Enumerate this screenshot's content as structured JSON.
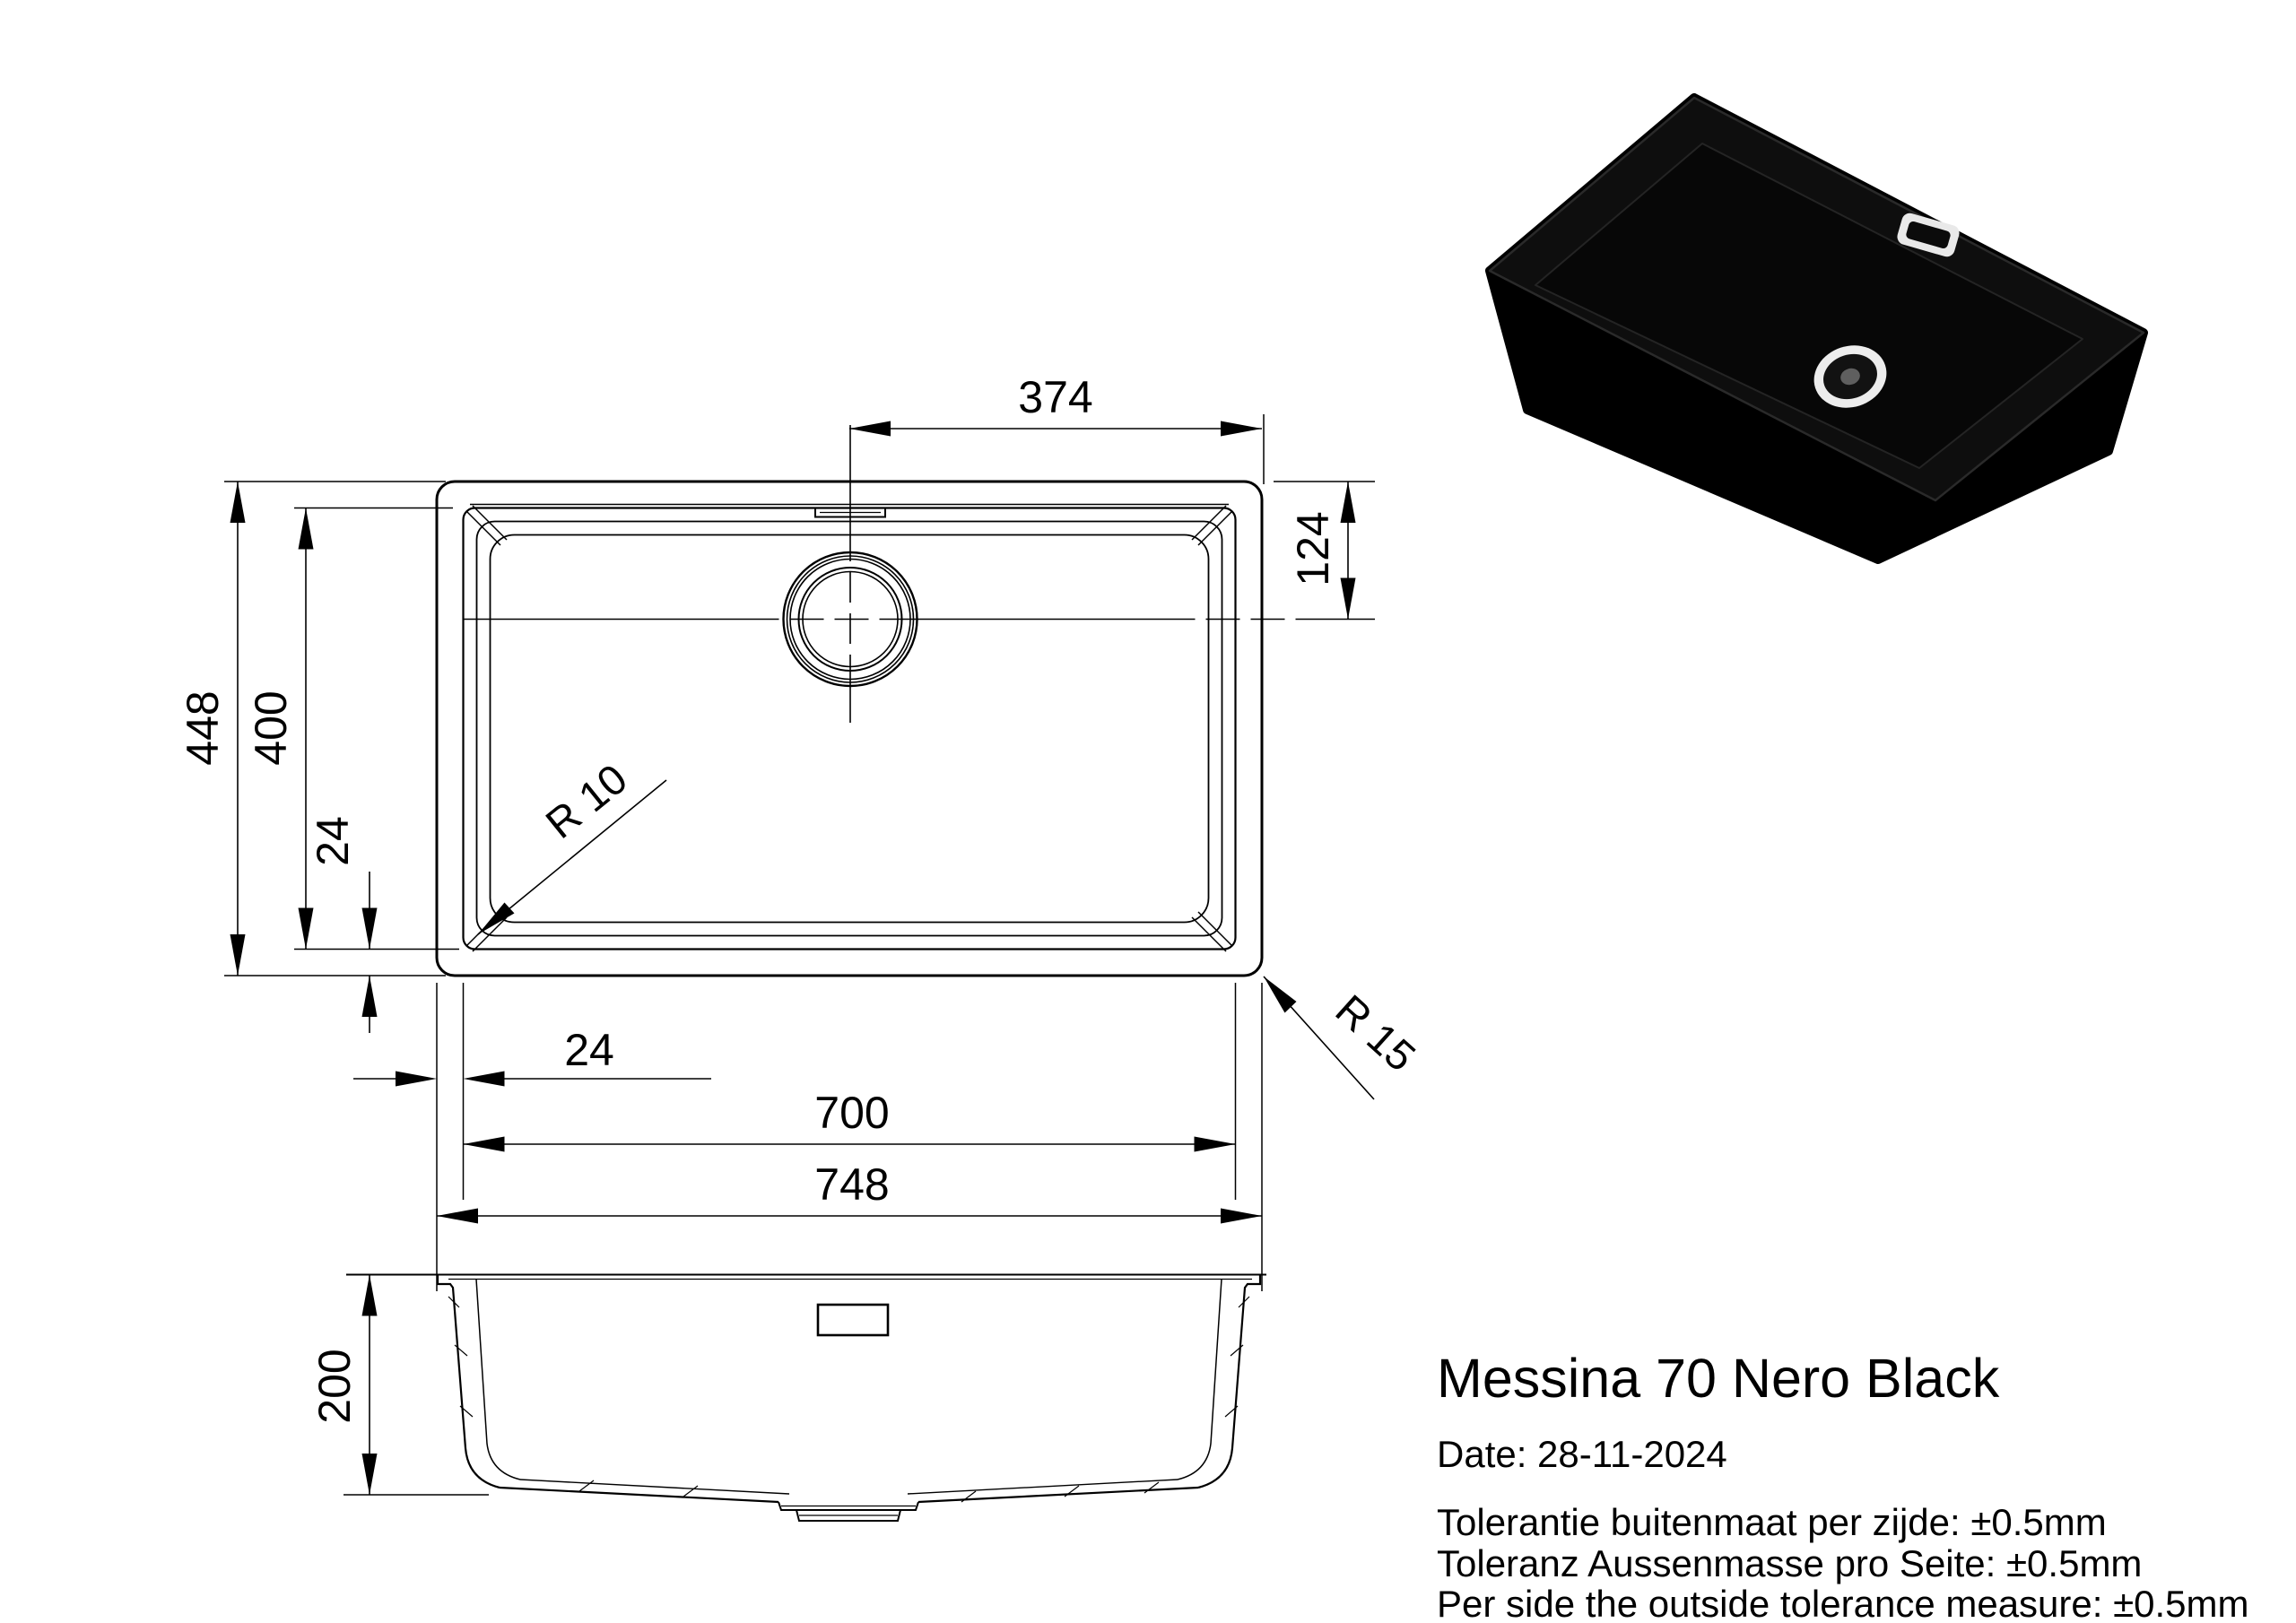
{
  "colors": {
    "background": "#ffffff",
    "line": "#000000",
    "render_body": "#000000",
    "render_top_face": "#0e0e0e",
    "render_bowl": "#070707",
    "drain_highlight": "#ededed"
  },
  "title_block": {
    "product_name": "Messina 70 Nero Black",
    "date": "Date: 28-11-2024",
    "tolerance_nl": "Tolerantie buitenmaat per zijde: ±0.5mm",
    "tolerance_de": "Toleranz Aussenmasse pro Seite: ±0.5mm",
    "tolerance_en": "Per side the outside tolerance measure: ±0.5mm"
  },
  "top_view": {
    "dim_drain_offset_x": "374",
    "dim_drain_offset_y": "124",
    "dim_outer_height": "448",
    "dim_inner_height": "400",
    "dim_rim_left": "24",
    "dim_rim_bottom": "24",
    "dim_inner_width": "700",
    "dim_outer_width": "748",
    "radius_bowl_corner": "R 10",
    "radius_outer_corner": "R 15"
  },
  "side_view": {
    "dim_depth": "200"
  }
}
